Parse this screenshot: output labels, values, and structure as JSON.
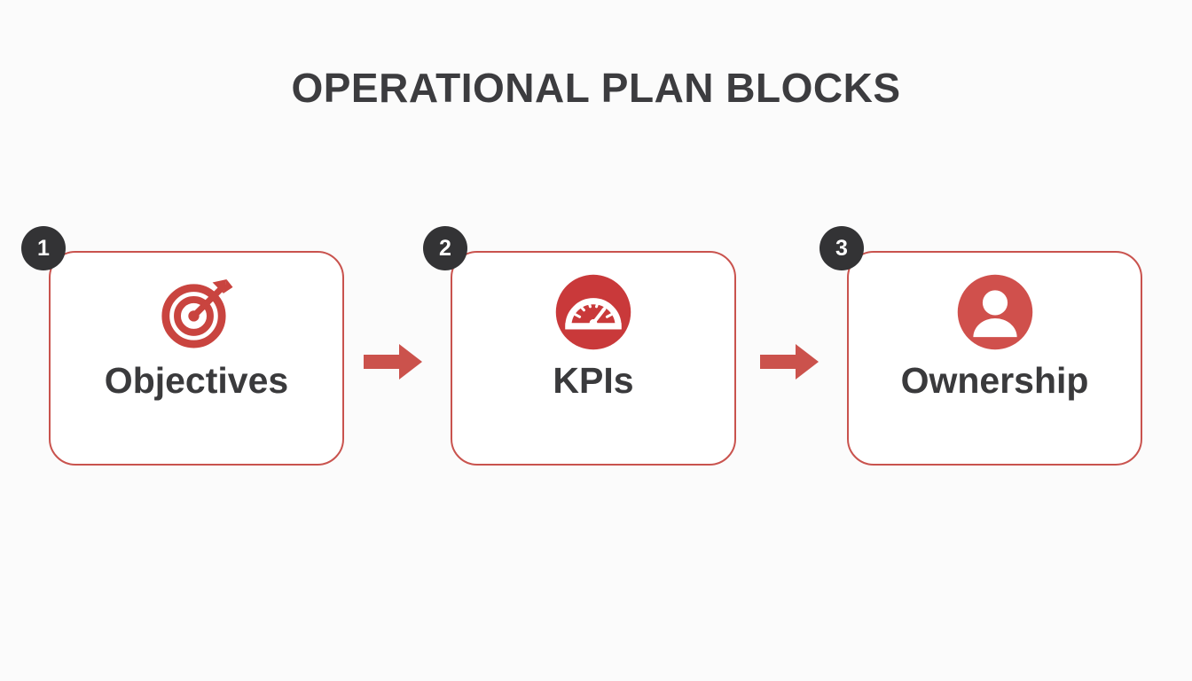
{
  "slide": {
    "title": "OPERATIONAL PLAN BLOCKS",
    "background_color": "#fbfbfb",
    "accent_color": "#c9534e",
    "badge_color": "#333335",
    "text_color": "#3a3a3c"
  },
  "flow": {
    "steps": [
      {
        "number": "1",
        "label": "Objectives",
        "icon": "target-icon",
        "icon_style": "outline-bullseye-with-arrow",
        "icon_color": "#c9443f"
      },
      {
        "number": "2",
        "label": "KPIs",
        "icon": "gauge-icon",
        "icon_style": "filled-circle-speedometer",
        "icon_color": "#c9393a"
      },
      {
        "number": "3",
        "label": "Ownership",
        "icon": "person-icon",
        "icon_style": "filled-circle-user",
        "icon_color": "#d0504c"
      }
    ],
    "connectors": [
      {
        "icon": "arrow-right-icon",
        "color": "#cb524c"
      },
      {
        "icon": "arrow-right-icon",
        "color": "#cb524c"
      }
    ]
  }
}
